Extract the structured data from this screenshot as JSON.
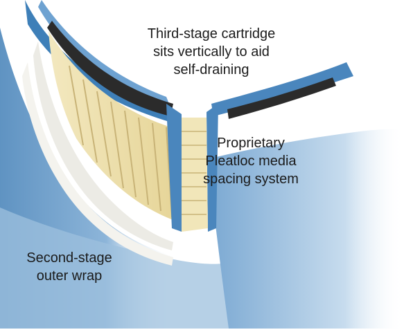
{
  "callouts": {
    "third_stage": "Third-stage cartridge\nsits vertically to aid\nself-draining",
    "pleatloc": "Proprietary\nPleatloc media\nspacing system",
    "outer_wrap": "Second-stage\nouter wrap"
  },
  "colors": {
    "outer_blue": "#6f9ec7",
    "light_blue": "#bcd5ea",
    "frame_blue": "#3e7fb8",
    "pleat_yellow": "#efe2b0",
    "pleat_line": "#c8b377",
    "wrap_white": "#ecebe5",
    "gasket_dark": "#2b2b2b"
  }
}
